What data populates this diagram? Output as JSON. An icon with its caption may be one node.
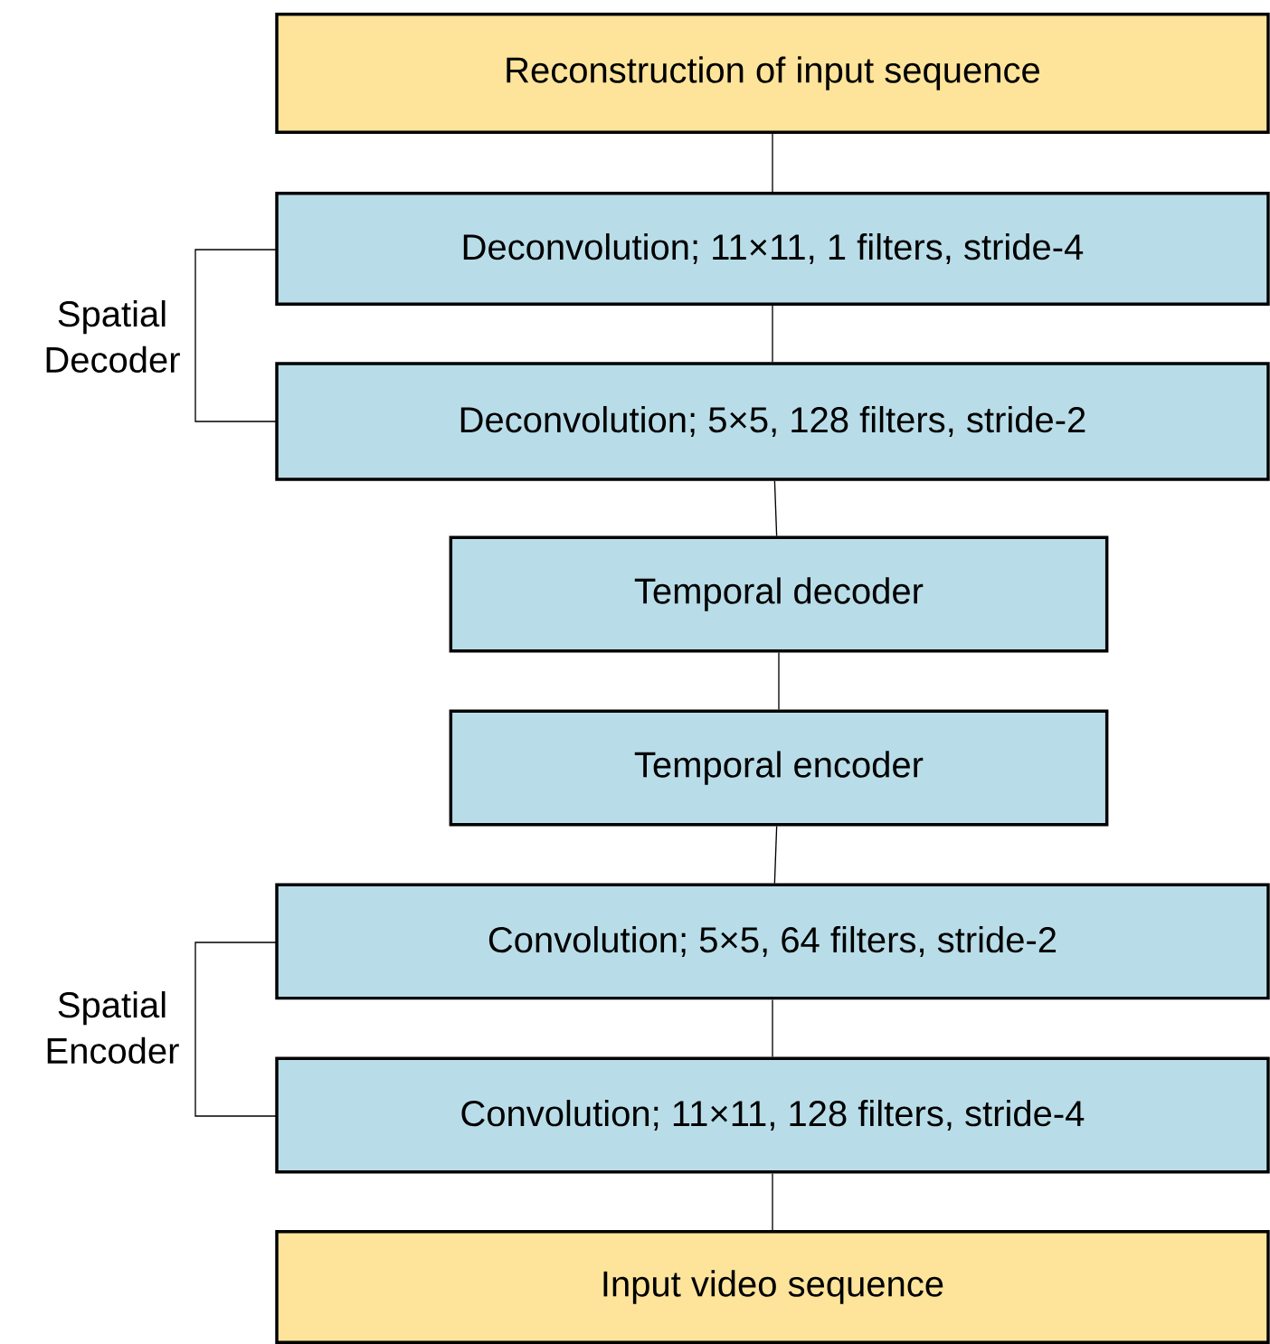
{
  "diagram": {
    "nodes": [
      {
        "text": [
          "Reconstruction of input sequence"
        ]
      },
      {
        "text": [
          "Deconvolution; 11×11, 1 filters, stride-4"
        ]
      },
      {
        "text": [
          "Deconvolution; 5×5, 128 filters, stride-2"
        ]
      },
      {
        "text": [
          "Temporal decoder"
        ]
      },
      {
        "text": [
          "Temporal encoder"
        ]
      },
      {
        "text": [
          "Convolution; 5×5, 64 filters, stride-2"
        ]
      },
      {
        "text": [
          "Convolution; 11×11, 128 filters, stride-4"
        ]
      },
      {
        "text": [
          "Input video sequence"
        ]
      }
    ],
    "edges": [
      {
        "from": 1,
        "to": 0,
        "arrow": "none"
      },
      {
        "from": 2,
        "to": 1,
        "arrow": "none"
      },
      {
        "from": 3,
        "to": 2,
        "arrow": "none"
      },
      {
        "from": 4,
        "to": 3,
        "arrow": "none"
      },
      {
        "from": 5,
        "to": 4,
        "arrow": "none"
      },
      {
        "from": 6,
        "to": 5,
        "arrow": "none"
      },
      {
        "from": 7,
        "to": 6,
        "arrow": "none"
      }
    ],
    "labels": [
      "Spatial Decoder",
      "Spatial Encoder"
    ]
  }
}
